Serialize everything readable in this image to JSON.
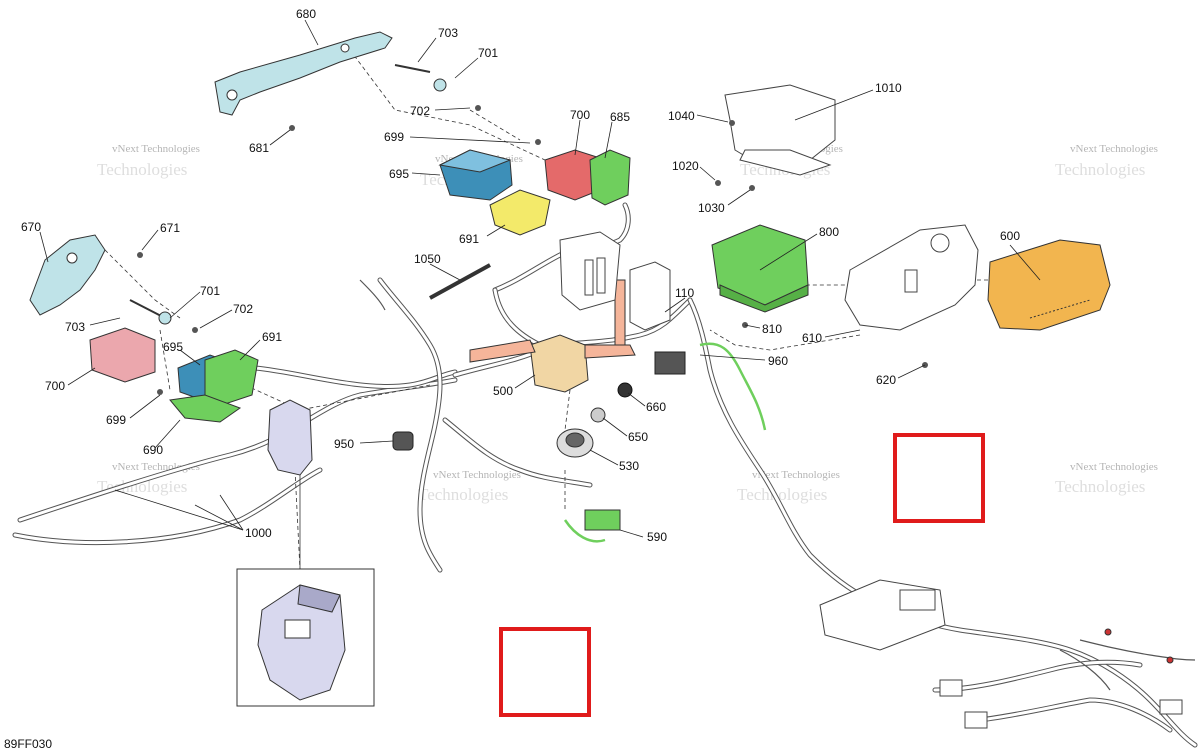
{
  "diagram": {
    "reference_code": "89FF030",
    "watermark_line1": "vNext Technologies",
    "watermark_line2": "Technologies",
    "colors": {
      "cyan_part": "#bfe3e8",
      "blue_part": "#3d8fb8",
      "red_part": "#e46a6a",
      "green_part": "#6fcf5d",
      "yellow_part": "#f3ea6a",
      "orange_part": "#f2b54f",
      "tan_part": "#f1d6a4",
      "salmon_part": "#f5b59a",
      "lilac_part": "#d8d8ee",
      "pink_part": "#eba7ad",
      "highlight_box": "#e01b1b"
    },
    "callouts": {
      "c680": "680",
      "c703a": "703",
      "c701a": "701",
      "c702a": "702",
      "c681": "681",
      "c699a": "699",
      "c700a": "700",
      "c685": "685",
      "c695a": "695",
      "c691a": "691",
      "c1040": "1040",
      "c1010": "1010",
      "c1020": "1020",
      "c1030": "1030",
      "c670": "670",
      "c671": "671",
      "c1050": "1050",
      "c800": "800",
      "c600": "600",
      "c701b": "701",
      "c702b": "702",
      "c703b": "703",
      "c691b": "691",
      "c695b": "695",
      "c700b": "700",
      "c699b": "699",
      "c690": "690",
      "c110": "110",
      "c810": "810",
      "c610": "610",
      "c500": "500",
      "c960": "960",
      "c620": "620",
      "c660": "660",
      "c650": "650",
      "c950": "950",
      "c530": "530",
      "c1000": "1000",
      "c590": "590"
    }
  }
}
